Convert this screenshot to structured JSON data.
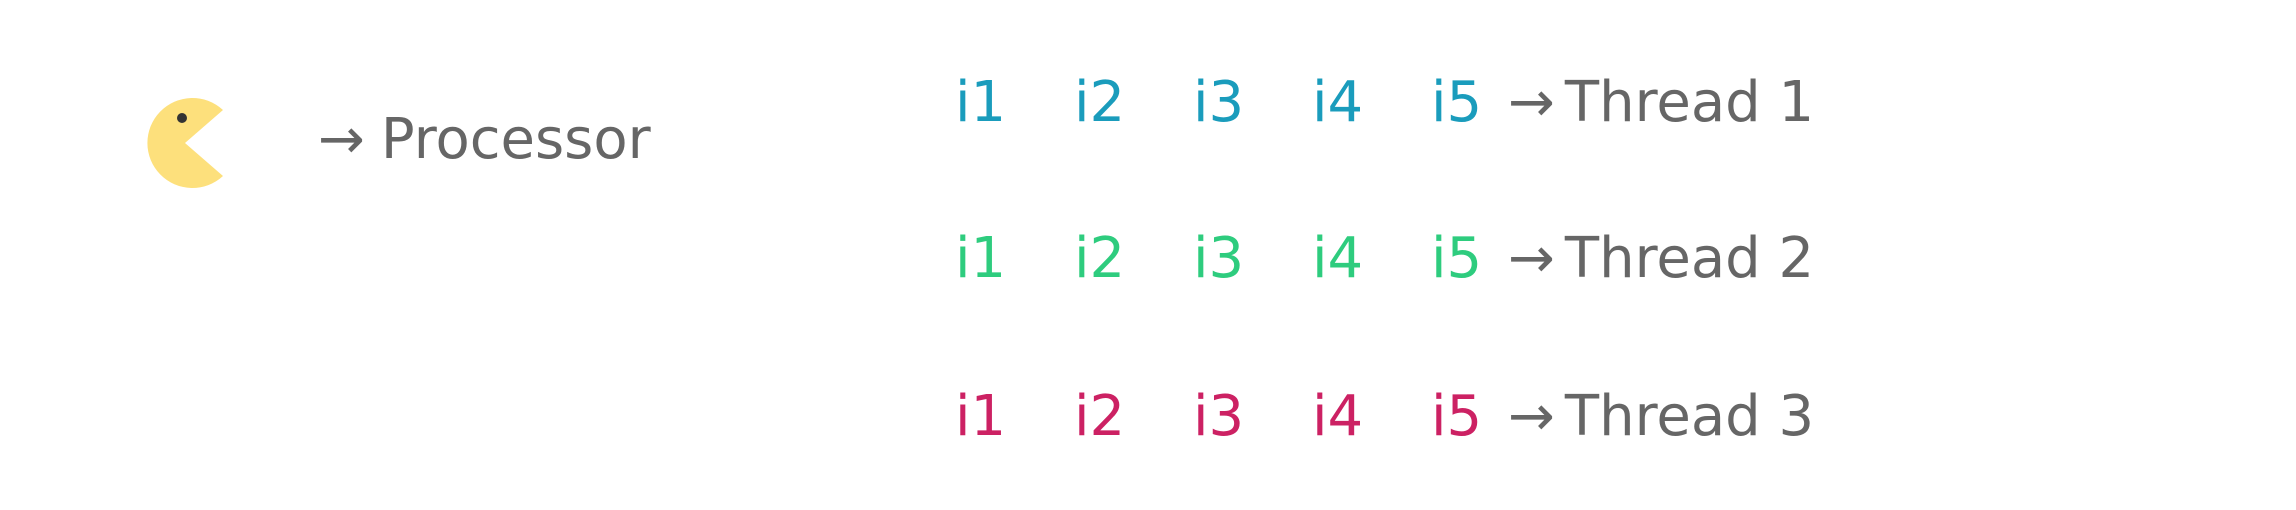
{
  "legend": {
    "icon": "pacman-icon",
    "arrow": "→",
    "label": "Processor",
    "icon_color": "#FDE07C",
    "eye_color": "#333333"
  },
  "arrow": "→",
  "threads": [
    {
      "label": "Thread 1",
      "color": "#1A9CBC",
      "instructions": [
        "i1",
        "i2",
        "i3",
        "i4",
        "i5"
      ]
    },
    {
      "label": "Thread 2",
      "color": "#2ECC7E",
      "instructions": [
        "i1",
        "i2",
        "i3",
        "i4",
        "i5"
      ]
    },
    {
      "label": "Thread 3",
      "color": "#CC2163",
      "instructions": [
        "i1",
        "i2",
        "i3",
        "i4",
        "i5"
      ]
    }
  ],
  "text_color": "#666666"
}
